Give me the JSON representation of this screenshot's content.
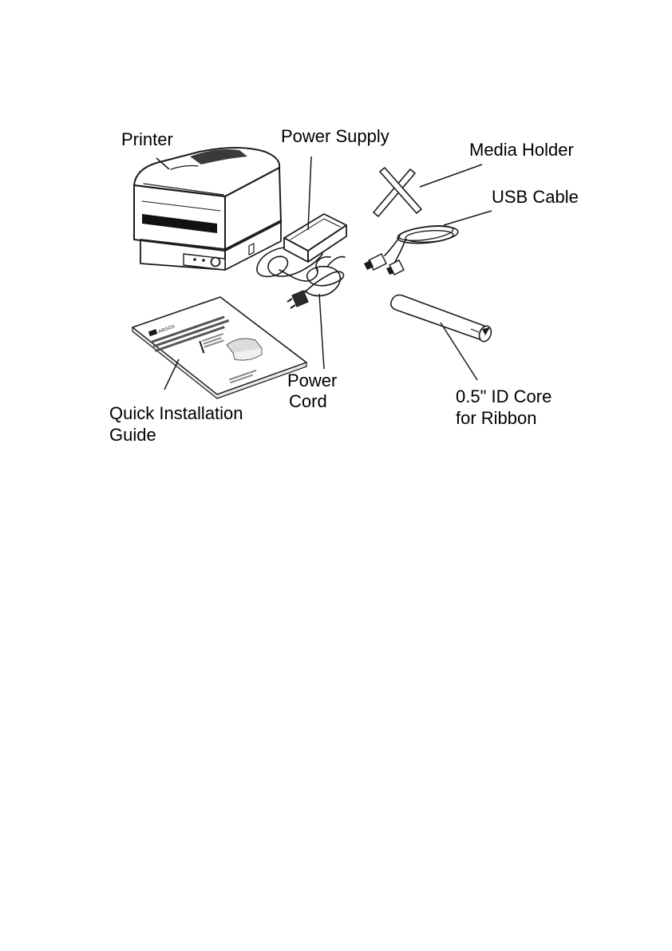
{
  "labels": {
    "printer": "Printer",
    "power_supply": "Power Supply",
    "media_holder": "Media Holder",
    "usb_cable": "USB Cable",
    "power_cord_line1": "Power",
    "power_cord_line2": "Cord",
    "guide_line1": "Quick Installation",
    "guide_line2": "Guide",
    "core_line1": "0.5\" ID Core",
    "core_line2": "for Ribbon"
  },
  "guide_cover": {
    "brand": "ARGOX"
  }
}
